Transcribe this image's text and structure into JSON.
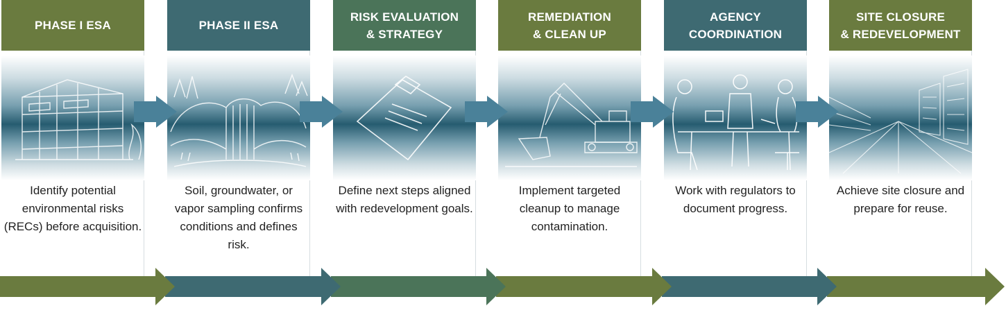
{
  "colors": {
    "olive": "#6a7b3f",
    "teal_dark": "#3e6a72",
    "green_teal": "#4b7459",
    "chevron": "#4a8199",
    "band_dark": "#265c70"
  },
  "phases": [
    {
      "title": "PHASE I ESA",
      "desc": "Identify potential environmental risks (RECs) before acquisition.",
      "icon": "building-sketch-icon",
      "header_color": "#6a7b3f"
    },
    {
      "title": "PHASE II ESA",
      "desc": "Soil, groundwater, or vapor sampling confirms conditions and defines risk.",
      "icon": "waterfall-landscape-icon",
      "header_color": "#3e6a72"
    },
    {
      "title": "RISK EVALUATION\n& STRATEGY",
      "desc": "Define next steps aligned with redevelopment goals.",
      "icon": "clipboard-icon",
      "header_color": "#4b7459"
    },
    {
      "title": "REMEDIATION\n& CLEAN UP",
      "desc": "Implement targeted cleanup to manage contamination.",
      "icon": "excavator-icon",
      "header_color": "#6a7b3f"
    },
    {
      "title": "AGENCY\nCOORDINATION",
      "desc": "Work with regulators to document progress.",
      "icon": "meeting-people-icon",
      "header_color": "#3e6a72"
    },
    {
      "title": "SITE CLOSURE\n& REDEVELOPMENT",
      "desc": "Achieve site closure and prepare for reuse.",
      "icon": "city-street-icon",
      "header_color": "#6a7b3f"
    }
  ],
  "timeline_colors": [
    "#6a7b3f",
    "#3e6a72",
    "#4b7459",
    "#6a7b3f",
    "#3e6a72",
    "#6a7b3f"
  ]
}
